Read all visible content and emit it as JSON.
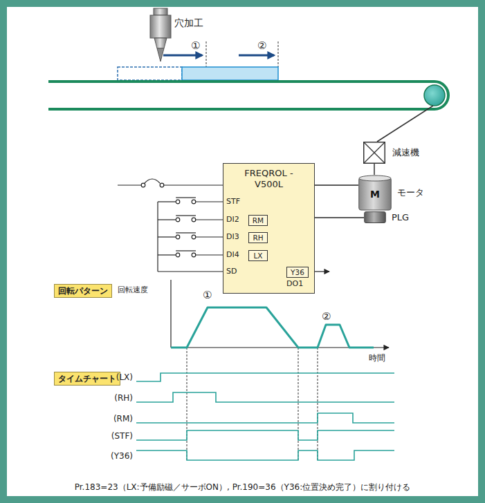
{
  "diagram": {
    "caption": "Pr.183=23（LX:予備励磁／サーボON）, Pr.190=36（Y36:位置決め完了）に割り付ける",
    "nodes": [
      {
        "text": [
          "FREQROL -V500L"
        ]
      },
      {
        "text": [
          "RM"
        ],
        "in": 0
      },
      {
        "text": [
          "RH"
        ],
        "in": 0
      },
      {
        "text": [
          "LX"
        ],
        "in": 0
      },
      {
        "text": [
          "Y36"
        ],
        "in": 0
      },
      {
        "text": [
          "減速機"
        ]
      },
      {
        "text": [
          "M",
          "モータ"
        ]
      },
      {
        "text": [
          "PLG"
        ]
      },
      {
        "text": [
          "回転パターン"
        ]
      },
      {
        "text": [
          "タイムチャート"
        ]
      }
    ],
    "edges": [
      {
        "from": 5,
        "to": 6,
        "arrow": "none"
      },
      {
        "from": 0,
        "to": 6,
        "arrow": "none"
      },
      {
        "from": 0,
        "to": 7,
        "arrow": "none"
      }
    ],
    "labels": [
      "穴加工",
      "①",
      "②",
      "STF",
      "DI2",
      "DI3",
      "DI4",
      "SD",
      "DO1",
      "回転速度",
      "①",
      "②",
      "時間",
      "(LX)",
      "(RH)",
      "(RM)",
      "(STF)",
      "(Y36)"
    ]
  }
}
